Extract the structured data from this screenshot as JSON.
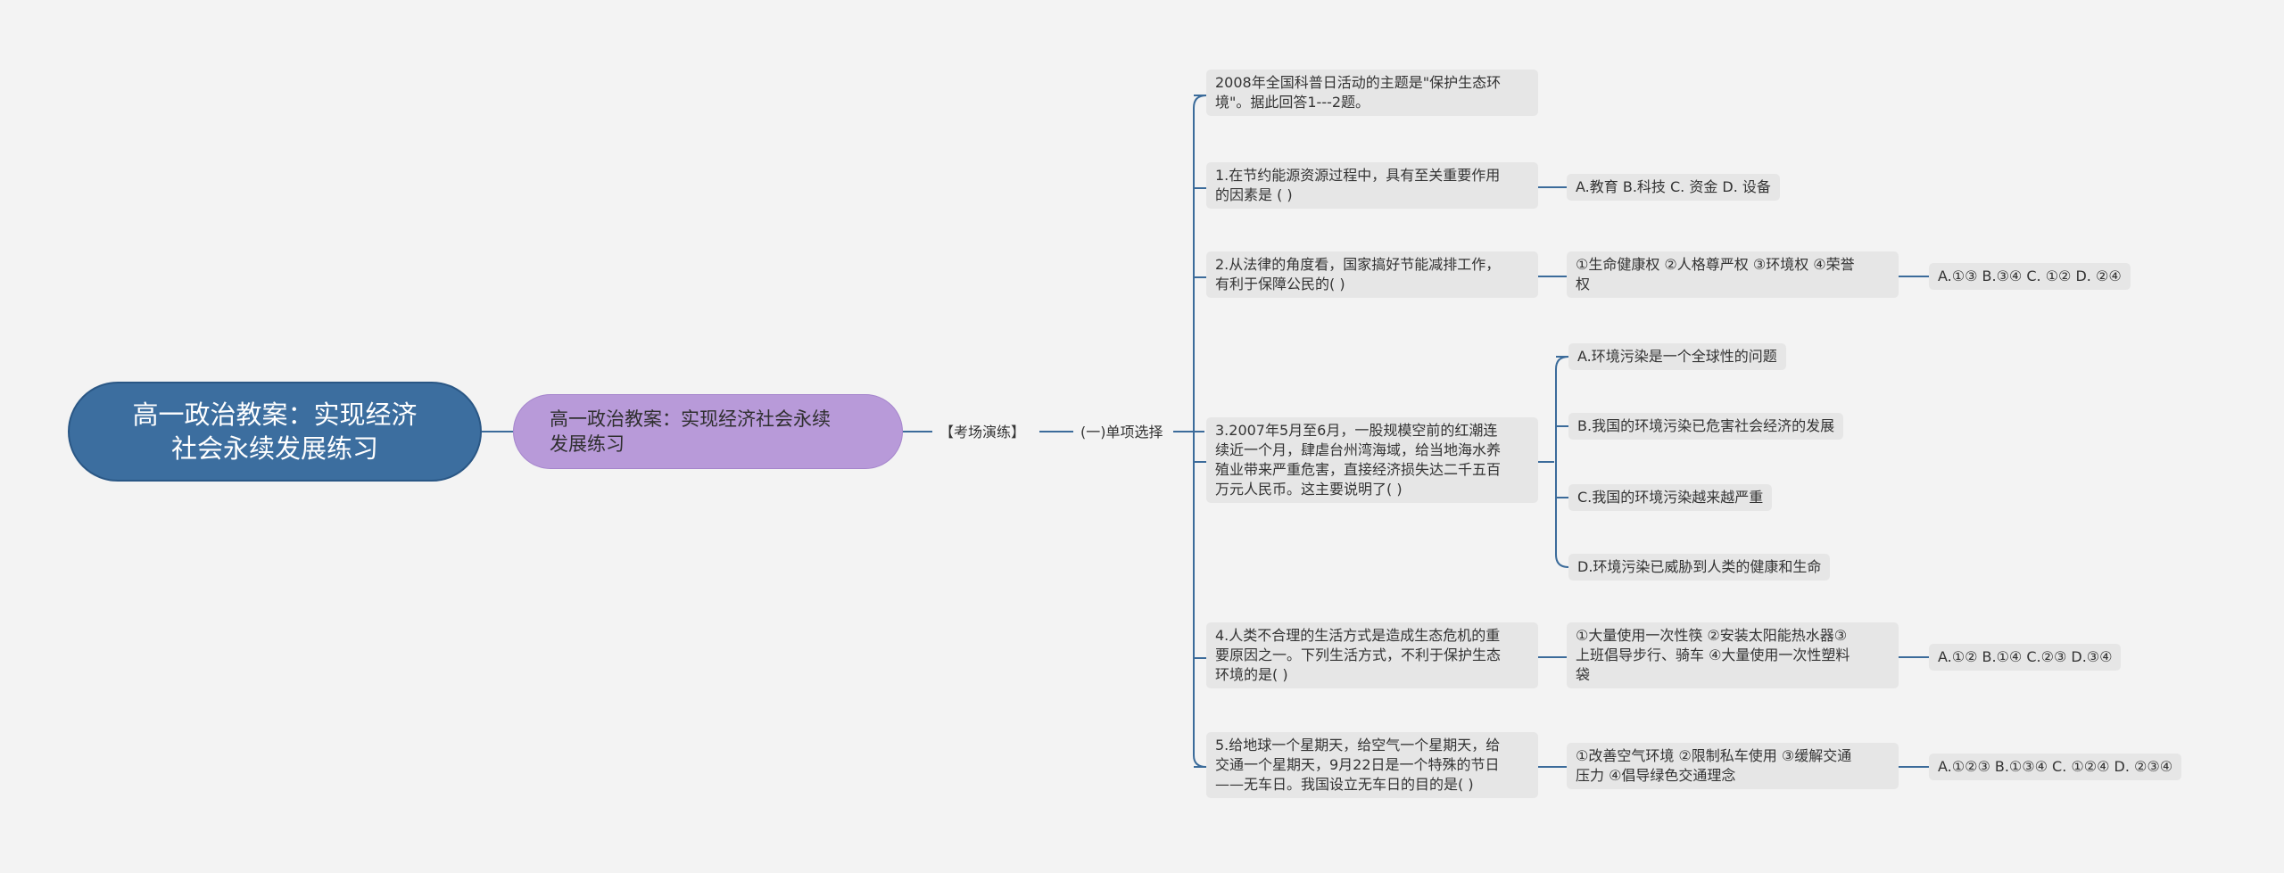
{
  "root": "高一政治教案：实现经济\n社会永续发展练习",
  "subtopic": "高一政治教案：实现经济社会永续\n发展练习",
  "section": "【考场演练】",
  "category": "(一)单项选择",
  "intro": "2008年全国科普日活动的主题是\"保护生态环\n境\"。据此回答1---2题。",
  "q1": {
    "text": "1.在节约能源资源过程中，具有至关重要作用\n的因素是 ( )",
    "options": "A.教育 B.科技 C. 资金 D. 设备"
  },
  "q2": {
    "text": "2.从法律的角度看，国家搞好节能减排工作，\n有利于保障公民的( )",
    "items": "①生命健康权 ②人格尊严权 ③环境权 ④荣誉\n权",
    "options": "A.①③ B.③④ C. ①② D. ②④"
  },
  "q3": {
    "text": "3.2007年5月至6月，一股规模空前的红潮连\n续近一个月，肆虐台州湾海域，给当地海水养\n殖业带来严重危害，直接经济损失达二千五百\n万元人民币。这主要说明了( )",
    "opt_a": "A.环境污染是一个全球性的问题",
    "opt_b": "B.我国的环境污染已危害社会经济的发展",
    "opt_c": "C.我国的环境污染越来越严重",
    "opt_d": "D.环境污染已威胁到人类的健康和生命"
  },
  "q4": {
    "text": "4.人类不合理的生活方式是造成生态危机的重\n要原因之一。下列生活方式，不利于保护生态\n环境的是( )",
    "items": "①大量使用一次性筷 ②安装太阳能热水器③\n上班倡导步行、骑车 ④大量使用一次性塑料\n袋",
    "options": "A.①② B.①④ C.②③ D.③④"
  },
  "q5": {
    "text": "5.给地球一个星期天，给空气一个星期天，给\n交通一个星期天，9月22日是一个特殊的节日\n——无车日。我国设立无车日的目的是( )",
    "items": "①改善空气环境 ②限制私车使用 ③缓解交通\n压力 ④倡导绿色交通理念",
    "options": "A.①②③ B.①③④ C. ①②④ D. ②③④"
  },
  "colors": {
    "root": "#3c6e9f",
    "subtopic": "#b89ad9",
    "line": "#3b6b9a",
    "leaf": "#e6e6e6",
    "background": "#f3f3f3"
  }
}
